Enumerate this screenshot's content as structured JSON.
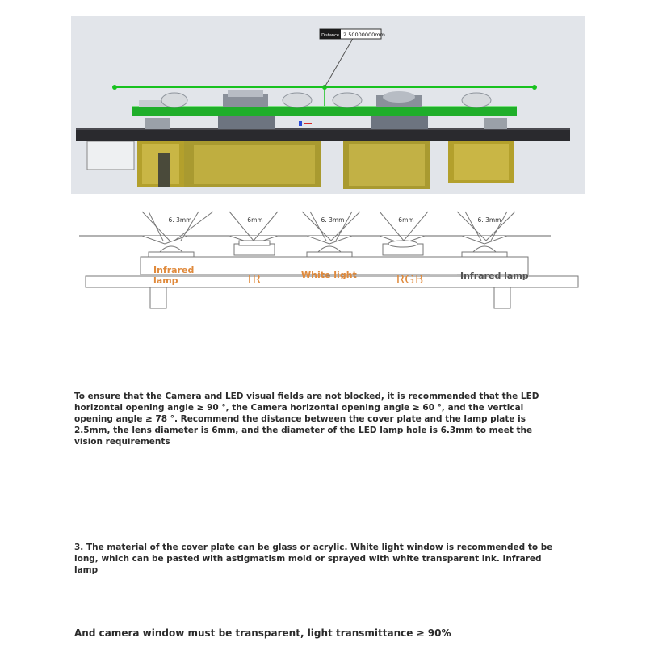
{
  "cad_view": {
    "dimension_label": "Distance",
    "dimension_value": "2.50000000mm"
  },
  "diagram": {
    "hole_labels": [
      "6. 3mm",
      "6mm",
      "6. 3mm",
      "6mm",
      "6. 3mm"
    ],
    "lamp_labels": [
      "Infrared lamp",
      "IR",
      "White light",
      "RGB",
      "Infrared lamp"
    ],
    "colors": {
      "label_orange": "#e08a3c",
      "label_dark": "#555555",
      "pcb_green": "#1fae2a",
      "housing_olive": "#b3a02c"
    }
  },
  "text": {
    "paragraph1": "To ensure that the Camera and LED visual fields are not blocked, it is recommended that the LED horizontal opening angle ≥ 90 °, the Camera horizontal opening angle ≥ 60 °, and the vertical opening angle ≥ 78 °. Recommend the distance between the cover plate and the lamp plate is 2.5mm, the lens diameter is 6mm, and the diameter of the LED lamp hole is 6.3mm to meet the vision requirements",
    "paragraph2": "3. The material of the cover plate can be glass or acrylic. White light window is recommended to be long, which can be pasted with astigmatism mold or sprayed with white transparent ink. Infrared lamp",
    "paragraph3": "And camera window must be transparent, light transmittance ≥ 90%"
  }
}
